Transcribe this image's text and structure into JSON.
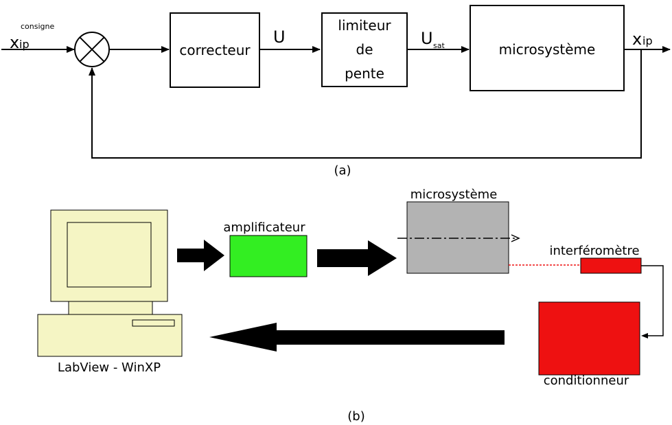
{
  "part_a": {
    "input_x": "x",
    "input_sub": "ip",
    "input_sup": "consigne",
    "block_correcteur": "correcteur",
    "signal_u": "U",
    "block_limiteur_line1": "limiteur",
    "block_limiteur_line2": "de",
    "block_limiteur_line3": "pente",
    "signal_usat": "U",
    "signal_usat_sub": "sat",
    "block_microsysteme": "microsystème",
    "output_x": "x",
    "output_sub": "ip",
    "caption": "(a)"
  },
  "part_b": {
    "label_amplificateur": "amplificateur",
    "label_microsysteme": "microsystème",
    "label_interferometre": "interféromètre",
    "label_conditionneur": "conditionneur",
    "label_computer": "LabView - WinXP",
    "caption": "(b)",
    "colors": {
      "amplificateur": "#33ee22",
      "microsysteme": "#b3b3b3",
      "interferometre": "#ee1111",
      "conditionneur": "#ee1111",
      "computer": "#f5f5c4"
    }
  }
}
